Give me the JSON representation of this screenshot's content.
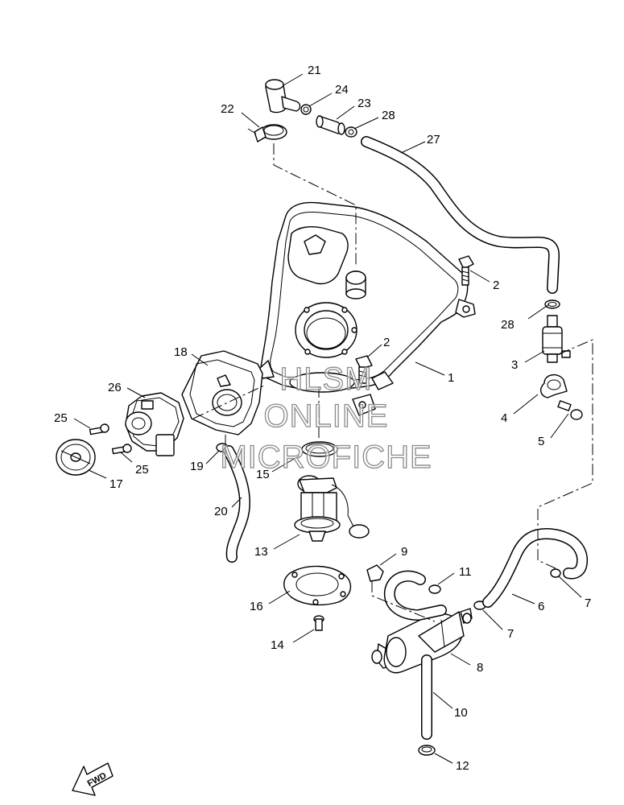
{
  "callouts": [
    {
      "id": "c21",
      "label": "21"
    },
    {
      "id": "c22",
      "label": "22"
    },
    {
      "id": "c24",
      "label": "24"
    },
    {
      "id": "c23",
      "label": "23"
    },
    {
      "id": "c28a",
      "label": "28"
    },
    {
      "id": "c27",
      "label": "27"
    },
    {
      "id": "c2a",
      "label": "2"
    },
    {
      "id": "c28b",
      "label": "28"
    },
    {
      "id": "c2b",
      "label": "2"
    },
    {
      "id": "c1",
      "label": "1"
    },
    {
      "id": "c3",
      "label": "3"
    },
    {
      "id": "c18",
      "label": "18"
    },
    {
      "id": "c26",
      "label": "26"
    },
    {
      "id": "c4",
      "label": "4"
    },
    {
      "id": "c25a",
      "label": "25"
    },
    {
      "id": "c5",
      "label": "5"
    },
    {
      "id": "c25b",
      "label": "25"
    },
    {
      "id": "c19",
      "label": "19"
    },
    {
      "id": "c15",
      "label": "15"
    },
    {
      "id": "c17",
      "label": "17"
    },
    {
      "id": "c20",
      "label": "20"
    },
    {
      "id": "c13",
      "label": "13"
    },
    {
      "id": "c9",
      "label": "9"
    },
    {
      "id": "c11",
      "label": "11"
    },
    {
      "id": "c16",
      "label": "16"
    },
    {
      "id": "c6",
      "label": "6"
    },
    {
      "id": "c7a",
      "label": "7"
    },
    {
      "id": "c7b",
      "label": "7"
    },
    {
      "id": "c14",
      "label": "14"
    },
    {
      "id": "c8",
      "label": "8"
    },
    {
      "id": "c10",
      "label": "10"
    },
    {
      "id": "c12",
      "label": "12"
    }
  ],
  "watermark": {
    "line1": "HLSM",
    "line2": "ONLINE",
    "line3": "MICROFICHE"
  },
  "fwd_label": "FWD"
}
